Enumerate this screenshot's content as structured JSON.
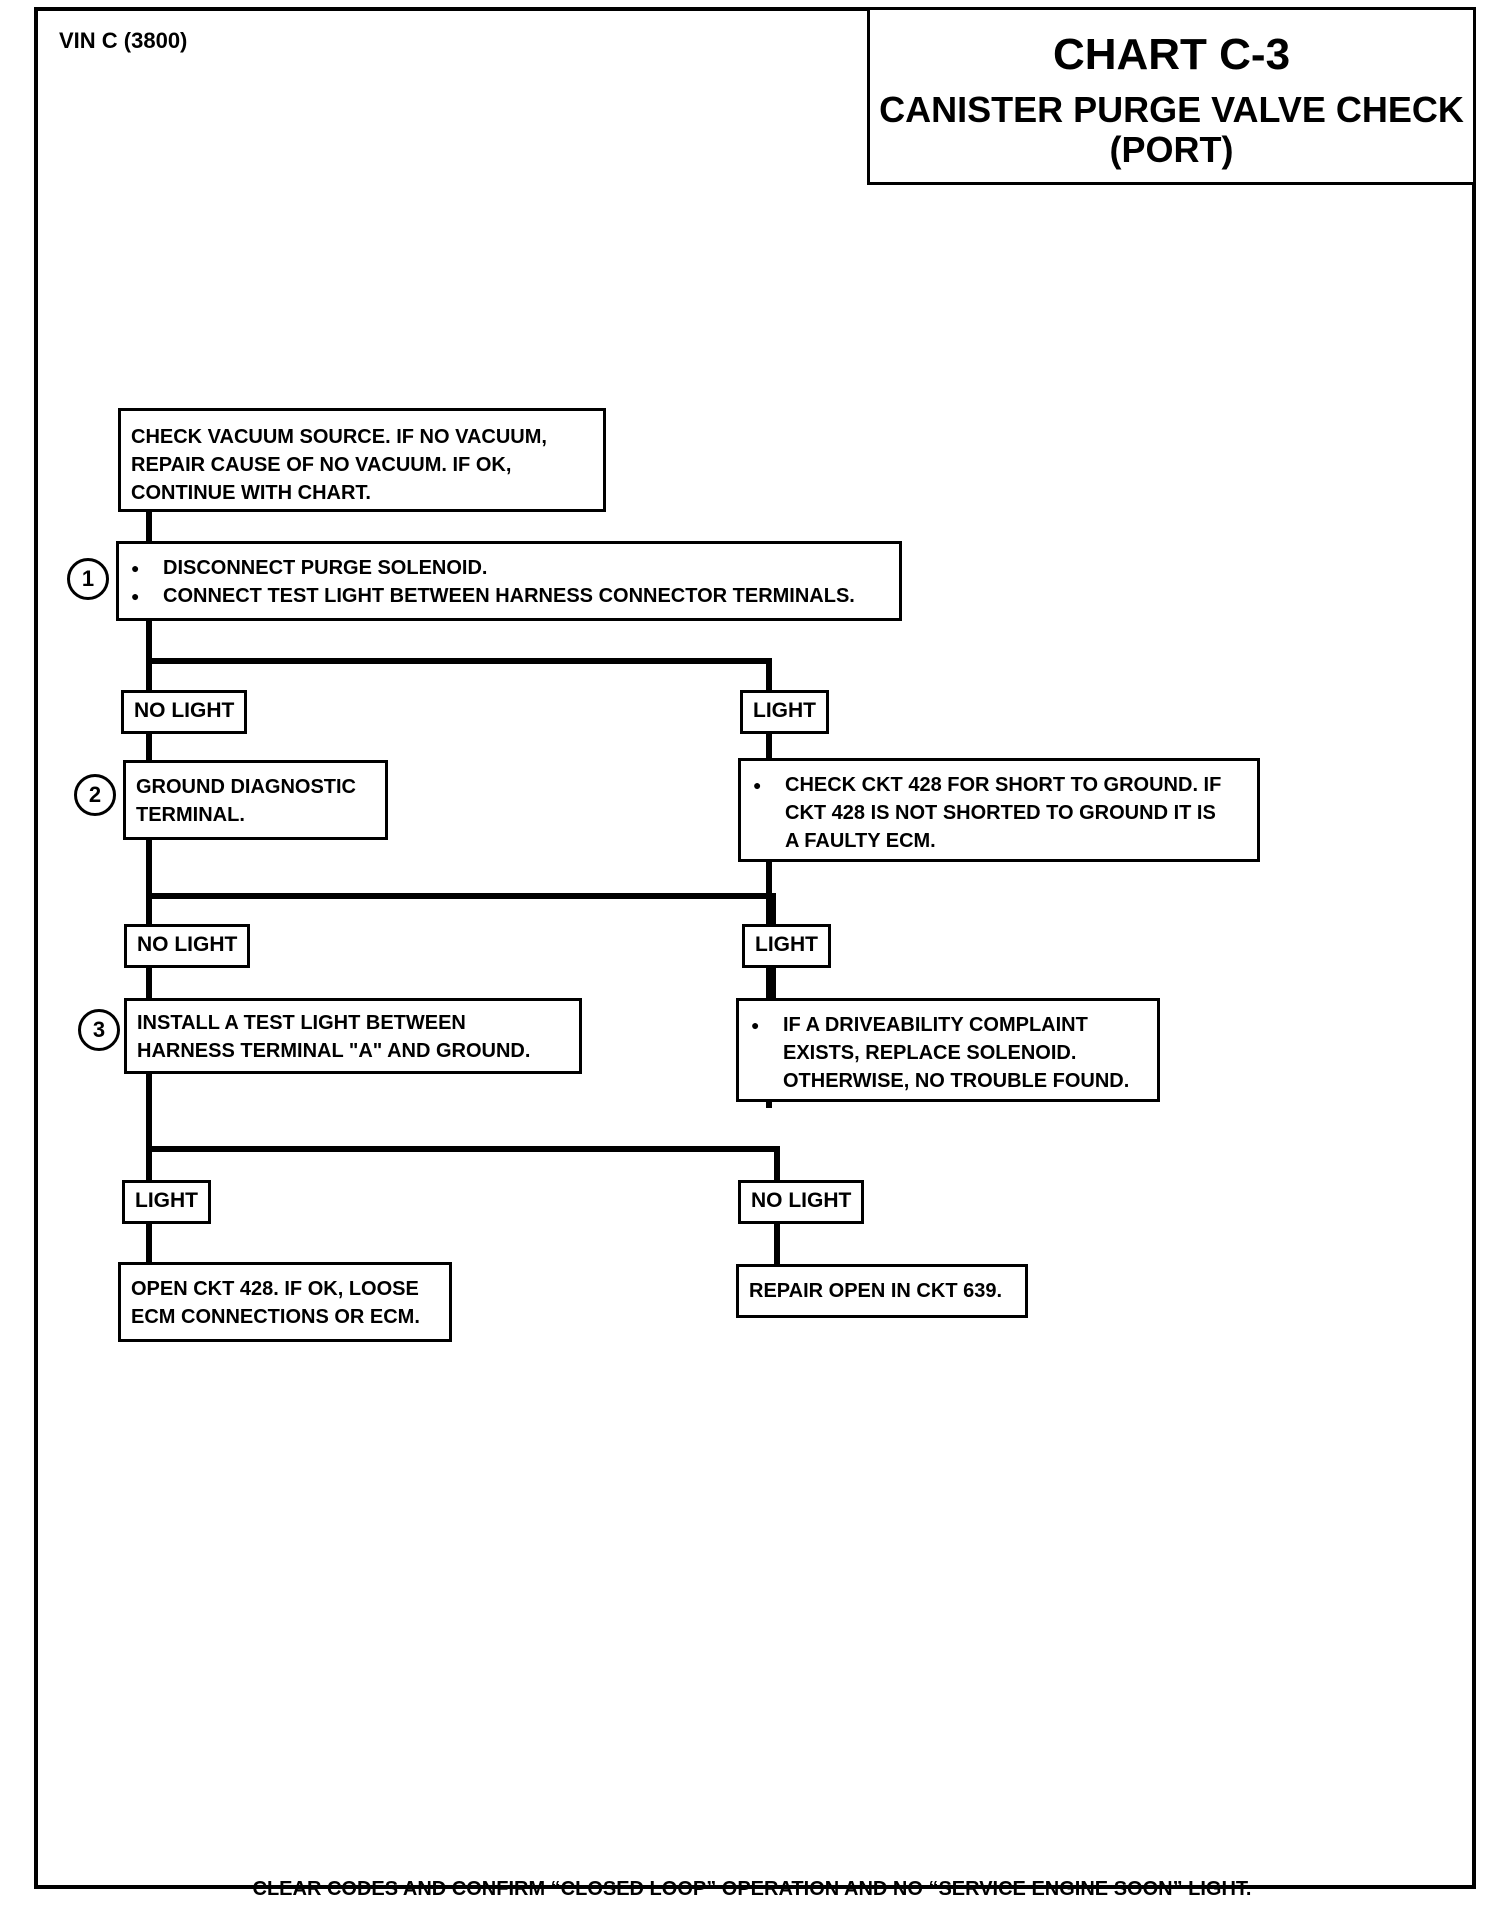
{
  "header": {
    "vin": "VIN C (3800)",
    "chart_title": "CHART C-3",
    "chart_subtitle": "CANISTER PURGE VALVE CHECK",
    "chart_subtitle2": "(PORT)"
  },
  "steps": {
    "s0": {
      "lines": [
        "CHECK VACUUM SOURCE.  IF NO VACUUM,",
        "REPAIR CAUSE OF NO VACUUM.  IF OK,",
        "CONTINUE WITH CHART."
      ]
    },
    "s1": {
      "number": "1",
      "bullets": [
        "DISCONNECT PURGE SOLENOID.",
        "CONNECT TEST LIGHT BETWEEN HARNESS CONNECTOR TERMINALS."
      ]
    },
    "s2": {
      "number": "2",
      "lines": [
        "GROUND DIAGNOSTIC",
        "TERMINAL."
      ]
    },
    "s3": {
      "number": "3",
      "lines": [
        "INSTALL A TEST LIGHT BETWEEN",
        "HARNESS TERMINAL \"A\" AND GROUND."
      ]
    }
  },
  "results": {
    "r1": {
      "lines": [
        "CHECK CKT 428 FOR SHORT TO GROUND.  IF",
        "CKT 428 IS NOT SHORTED TO GROUND IT IS",
        "A FAULTY ECM."
      ]
    },
    "r2": {
      "lines": [
        "IF A DRIVEABILITY COMPLAINT",
        "EXISTS, REPLACE SOLENOID.",
        "OTHERWISE, NO TROUBLE FOUND."
      ]
    },
    "r3": {
      "lines": [
        "OPEN CKT 428.  IF OK, LOOSE",
        "ECM CONNECTIONS OR ECM."
      ]
    },
    "r4": {
      "lines": [
        "REPAIR OPEN IN CKT 639."
      ]
    }
  },
  "branches": {
    "b1_left": "NO LIGHT",
    "b1_right": "LIGHT",
    "b2_left": "NO LIGHT",
    "b2_right": "LIGHT",
    "b3_left": "LIGHT",
    "b3_right": "NO LIGHT"
  },
  "footer": "CLEAR CODES AND CONFIRM “CLOSED LOOP” OPERATION AND NO “SERVICE ENGINE SOON” LIGHT."
}
